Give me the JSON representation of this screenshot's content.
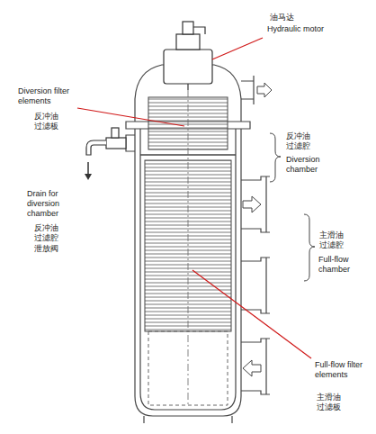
{
  "diagram": {
    "labels": [
      "油马达",
      "Hydraulic motor",
      "Diversion filter elements",
      "反冲油过滤板",
      "反冲油过滤腔",
      "Diversion chamber",
      "Drain for diversion chamber",
      "反冲油过滤腔泄放阀",
      "主滑油过滤腔",
      "Full-flow chamber",
      "Full-flow filter elements",
      "主滑油过滤板"
    ]
  }
}
